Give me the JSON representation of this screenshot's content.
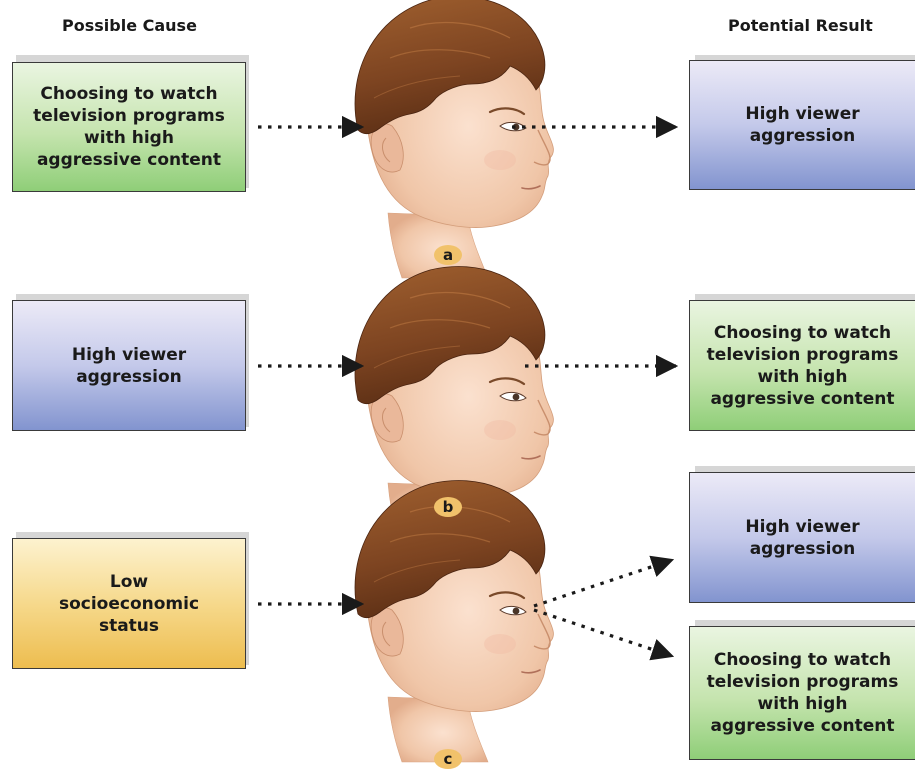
{
  "headers": {
    "cause": "Possible Cause",
    "result": "Potential Result"
  },
  "rows": [
    {
      "label": "a",
      "cause": {
        "lines": [
          "Choosing to watch",
          "television programs",
          "with high",
          "aggressive content"
        ],
        "color": "green"
      },
      "results": [
        {
          "lines": [
            "High viewer",
            "aggression"
          ],
          "color": "blue"
        }
      ]
    },
    {
      "label": "b",
      "cause": {
        "lines": [
          "High viewer",
          "aggression"
        ],
        "color": "blue"
      },
      "results": [
        {
          "lines": [
            "Choosing to watch",
            "television programs",
            "with high",
            "aggressive content"
          ],
          "color": "green"
        }
      ]
    },
    {
      "label": "c",
      "cause": {
        "lines": [
          "Low",
          "socioeconomic",
          "status"
        ],
        "color": "yellow"
      },
      "results": [
        {
          "lines": [
            "High viewer",
            "aggression"
          ],
          "color": "blue"
        },
        {
          "lines": [
            "Choosing to watch",
            "television programs",
            "with high",
            "aggressive content"
          ],
          "color": "green"
        }
      ]
    }
  ],
  "colors": {
    "green": "#a9d98f",
    "blue": "#a5b0e0",
    "yellow": "#f3cf73",
    "badge": "#f1c26b",
    "hair": "#8b4f27",
    "skin": "#f3cdb2"
  }
}
